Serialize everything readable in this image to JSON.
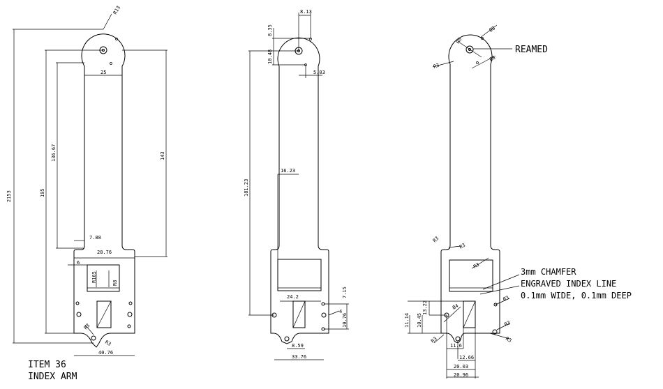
{
  "title": {
    "line1": "ITEM 36",
    "line2": "INDEX ARM"
  },
  "view1": {
    "dims": {
      "r13": "R13",
      "d25": "25",
      "d2153": "2153",
      "d195": "195",
      "d13667": "136.67",
      "d143": "143",
      "d788": "7.88",
      "d2876": "28.76",
      "d6": "6",
      "r165": "R165",
      "r8": "R8",
      "r3a": "R3",
      "r3b": "R3",
      "d4076": "40.76"
    }
  },
  "view2": {
    "dims": {
      "d813": "8.13",
      "d835": "8.35",
      "d1048": "10.48",
      "d503": "5.03",
      "d1623": "16.23",
      "d18123": "181.23",
      "d242": "24.2",
      "d715": "7.15",
      "d4": "4",
      "d1076": "10.76",
      "d859": "8.59",
      "d3376": "33.76"
    }
  },
  "view3": {
    "dims": {
      "r6": "R6",
      "d8a": "Ø8",
      "d8b": "Ø8",
      "r3top": "R3",
      "r3m1": "R3",
      "r3m2": "R3",
      "r3m3": "R3",
      "d1114": "11.14",
      "d1045": "10.45",
      "d1322": "13.22",
      "d4a": "Ø4",
      "d4b": "Ø3",
      "r3b1": "R3",
      "r3b2": "R3",
      "r3b3": "R3",
      "d116": "11.6",
      "d1266": "12.66",
      "d2003": "20.03",
      "d2096": "20.96"
    },
    "notes": {
      "reamed": "REAMED",
      "chamfer": "3mm CHAMFER",
      "engraved": "ENGRAVED INDEX LINE",
      "spec": "0.1mm WIDE, 0.1mm DEEP"
    }
  }
}
